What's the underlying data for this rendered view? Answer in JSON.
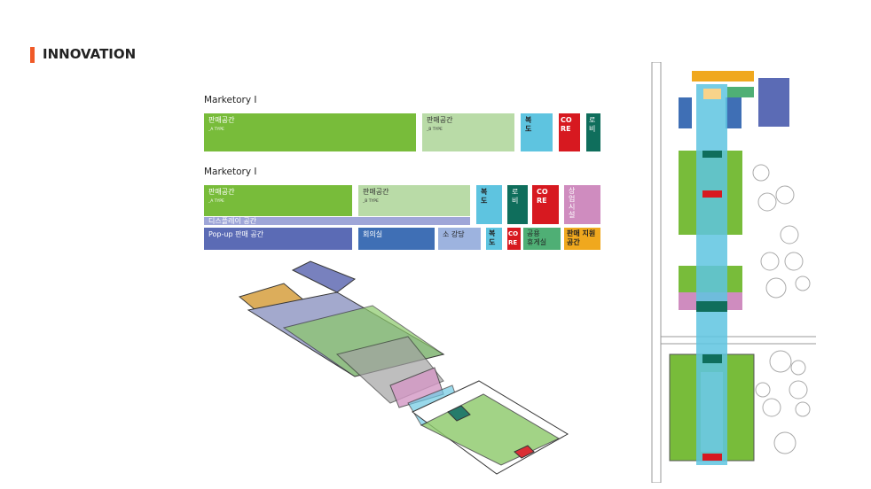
{
  "header": {
    "title": "INNOVATION"
  },
  "colors": {
    "accent": "#f05a28",
    "green": "#78bc3a",
    "light_green": "#b9dba7",
    "blue_corridor": "#5ec4e0",
    "core_red": "#d71920",
    "lobby_teal": "#0f6e5c",
    "commercial_pink": "#cf8cbf",
    "display_lavender": "#9fa6d8",
    "popup_indigo": "#5b6bb5",
    "meeting_blue": "#3f6fb5",
    "auditorium": "#9db3df",
    "lounge_green": "#4faf75",
    "support_orange": "#f0a81e"
  },
  "diagram1": {
    "label": "Marketory I",
    "blocks": [
      {
        "label": "판매공간",
        "sub": "_A TYPE"
      },
      {
        "label": "판매공간",
        "sub": "_B TYPE"
      },
      {
        "label": "복\n도"
      },
      {
        "label": "CO\nRE"
      },
      {
        "label": "로\n비"
      }
    ]
  },
  "diagram2": {
    "label": "Marketory I",
    "blocks": [
      {
        "label": "판매공간",
        "sub": "_A TYPE"
      },
      {
        "label": "판매공간",
        "sub": "_B TYPE"
      },
      {
        "label": "디스플레이 공간"
      },
      {
        "label": "복\n도"
      },
      {
        "label": "로\n비"
      },
      {
        "label": "CO\nRE"
      },
      {
        "label": "상\n업\n시\n설"
      },
      {
        "label": "Pop-up 판매 공간"
      },
      {
        "label": "회의실"
      },
      {
        "label": "소 강당"
      },
      {
        "label": "복\n도"
      },
      {
        "label": "CO\nRE"
      },
      {
        "label": "공용\n휴게실"
      },
      {
        "label": "판매 지원\n공간"
      }
    ]
  }
}
